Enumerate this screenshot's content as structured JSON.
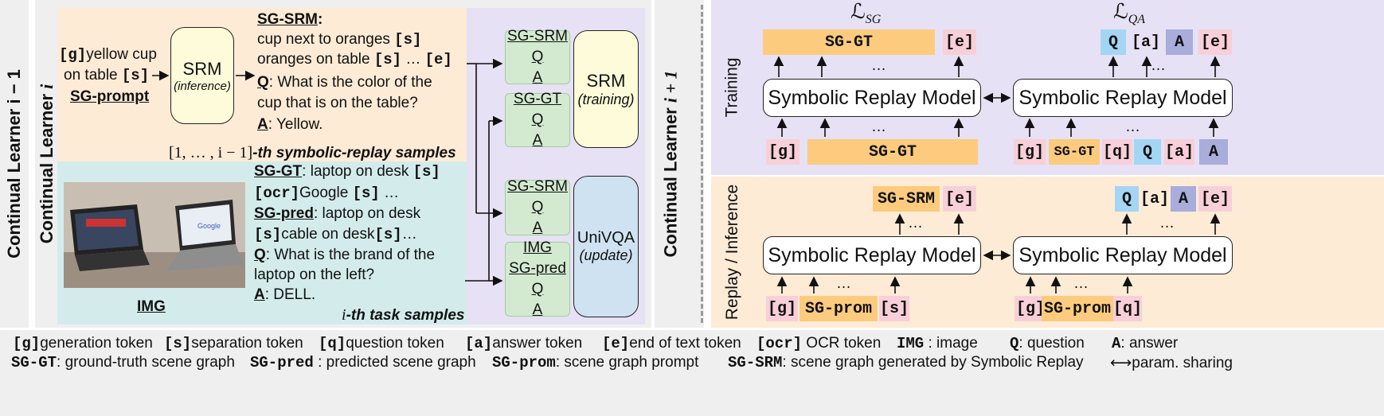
{
  "left_labels": {
    "learner_prev": "Continual Learner i − 1",
    "learner_cur": "Continual Learner ",
    "learner_cur_i": "i",
    "learner_next": "Continual Learner ",
    "learner_next_i": "i + 1"
  },
  "replay_section": {
    "prompt_token_g": "[g]",
    "prompt_text1": "yellow cup",
    "prompt_text2": "on table",
    "prompt_token_s": "[s]",
    "prompt_label": "SG-prompt",
    "srm_title": "SRM",
    "srm_sub": "(inference)",
    "out_title": "SG-SRM",
    "out_colon": ":",
    "out_line1": "cup next to oranges",
    "out_line2": "oranges on table",
    "out_tok_s": "[s]",
    "out_dots": "…",
    "out_tok_e": "[e]",
    "q_label": "Q",
    "q_text1": ": What is the color of the",
    "q_text2": "cup that is on the table?",
    "a_label": "A",
    "a_text": ": Yellow.",
    "caption_math": "[1, … , i − 1]",
    "caption_text": "-th symbolic-replay samples"
  },
  "task_section": {
    "img_label": "IMG",
    "gt_label": "SG-GT",
    "gt_text": ": laptop on desk",
    "tok_s": "[s]",
    "tok_ocr": "[ocr]",
    "ocr_text": "Google",
    "dots": "…",
    "pred_label": "SG-pred",
    "pred_text": ": laptop on desk",
    "pred_text2": "cable on desk",
    "q_label": "Q",
    "q_text1": ": What is the brand of the",
    "q_text2": "laptop on the left?",
    "a_label": "A",
    "a_text": ": DELL.",
    "caption_math": "i",
    "caption_text": "-th task samples"
  },
  "green_boxes": [
    {
      "lines": [
        "SG-SRM",
        "Q",
        "A"
      ]
    },
    {
      "lines": [
        "SG-GT",
        "Q",
        "A"
      ]
    },
    {
      "lines": [
        "SG-SRM",
        "Q",
        "A"
      ]
    },
    {
      "lines": [
        "IMG",
        "SG-pred",
        "Q",
        "A"
      ]
    }
  ],
  "srm_training": {
    "title": "SRM",
    "sub": "(training)"
  },
  "univqa": {
    "title": "UniVQA",
    "sub": "(update)"
  },
  "right": {
    "loss_sg": "SG",
    "loss_qa": "QA",
    "loss_symbol": "ℒ",
    "training_label": "Training",
    "replay_label": "Replay / Inference",
    "model_label": "Symbolic Replay Model",
    "dots": "…",
    "train_left_out": [
      "SG-GT",
      "[e]"
    ],
    "train_left_in": [
      "[g]",
      "SG-GT"
    ],
    "train_right_out": [
      "Q",
      "[a]",
      "A",
      "[e]"
    ],
    "train_right_in": [
      "[g]",
      "SG-GT",
      "[q]",
      "Q",
      "[a]",
      "A"
    ],
    "replay_left_out": [
      "SG-SRM",
      "[e]"
    ],
    "replay_left_in": [
      "[g]",
      "SG-prom",
      "[s]"
    ],
    "replay_right_out": [
      "Q",
      "[a]",
      "A",
      "[e]"
    ],
    "replay_right_in": [
      "[g]",
      "SG-prom",
      "[q]"
    ]
  },
  "legend": [
    {
      "tok": "[g]",
      "text": "generation token"
    },
    {
      "tok": "[s]",
      "text": "separation token"
    },
    {
      "tok": "[q]",
      "text": "question token"
    },
    {
      "tok": "[a]",
      "text": "answer token"
    },
    {
      "tok": "[e]",
      "text": "end of text token"
    },
    {
      "tok": "[ocr]",
      "text": " OCR token"
    },
    {
      "tok": "IMG",
      "text": " : image"
    },
    {
      "tok": "Q",
      "text": ": question"
    },
    {
      "tok": "A",
      "text": ": answer"
    },
    {
      "tok": "SG-GT",
      "text": ": ground-truth scene graph"
    },
    {
      "tok": "SG-pred",
      "text": " : predicted scene graph"
    },
    {
      "tok": "SG-prom",
      "text": ": scene graph prompt"
    },
    {
      "tok": "SG-SRM",
      "text": ": scene graph generated by Symbolic Replay"
    },
    {
      "tok": "⟷",
      "text": "param. sharing"
    }
  ],
  "colors": {
    "peach": "#fdebd6",
    "teal": "#d3eceb",
    "lavender": "#e6e1f4",
    "green": "#d3ead1",
    "srm_yellow": "#fdfbd9",
    "univqa_blue": "#cfe2f1",
    "pink": "#f8cfd8",
    "orange": "#fccb7e",
    "blue": "#a4d6f4",
    "purple": "#a8addb",
    "gray_panel": "#efefef"
  }
}
